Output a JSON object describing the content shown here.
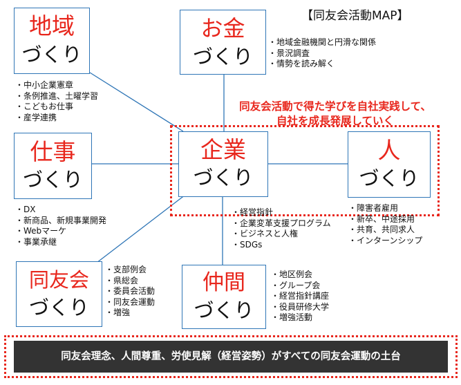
{
  "title": "【同友会活動MAP】",
  "slogan": {
    "line1": "同友会活動で得た学びを自社実践して、",
    "line2": "自社を成長発展していく"
  },
  "center": {
    "line1": "企業",
    "line2": "づくり"
  },
  "nodes": {
    "chiiki": {
      "line1": "地域",
      "line2": "づくり",
      "items": [
        "中小企業憲章",
        "条例推進、土曜学習",
        "こどもお仕事",
        "産学連携"
      ]
    },
    "okane": {
      "line1": "お金",
      "line2": "づくり",
      "items": [
        "地域金融機関と円滑な関係",
        "景況調査",
        "情勢を読み解く"
      ]
    },
    "shigoto": {
      "line1": "仕事",
      "line2": "づくり",
      "items": [
        "DX",
        "新商品、新規事業開発",
        "Webマーケ",
        "事業承継"
      ]
    },
    "hito": {
      "line1": "人",
      "line2": "づくり",
      "items": [
        "障害者雇用",
        "新卒、中途採用",
        "共育、共同求人",
        "インターンシップ"
      ]
    },
    "kigyo_items": [
      "経営指針",
      "企業変革支援プログラム",
      "ビジネスと人権",
      "SDGs"
    ],
    "doyukai": {
      "line1": "同友会",
      "line2": "づくり",
      "items": [
        "支部例会",
        "県総会",
        "委員会活動",
        "同友会運動",
        "増強"
      ]
    },
    "nakama": {
      "line1": "仲間",
      "line2": "づくり",
      "items": [
        "地区例会",
        "グループ会",
        "経営指針講座",
        "役員研修大学",
        "増強活動"
      ]
    }
  },
  "footer": "同友会理念、人間尊重、労使見解（経営姿勢）がすべての同友会運動の土台",
  "colors": {
    "accent_red": "#e8271d",
    "box_border": "#2e75b6",
    "footer_bg": "#333333"
  }
}
